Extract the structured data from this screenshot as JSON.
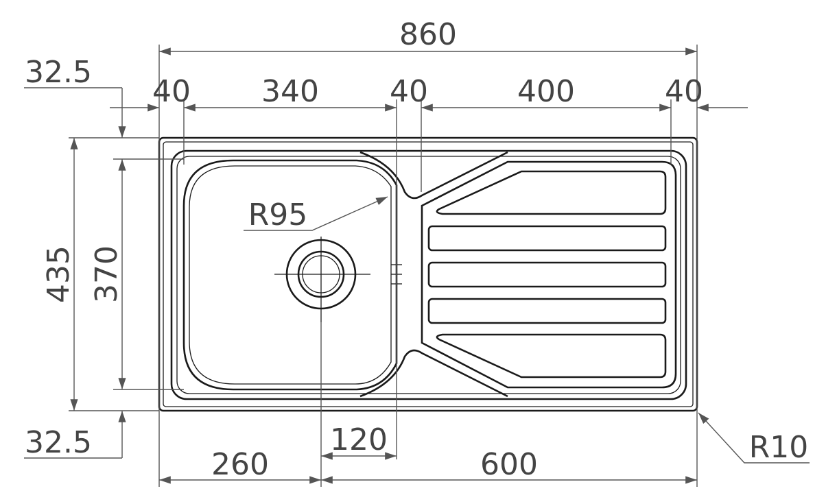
{
  "title": "Sink dimension drawing",
  "dimensions": {
    "overall_width": "860",
    "left_margin": "40",
    "bowl_width": "340",
    "middle_margin": "40",
    "drainer_width": "400",
    "right_margin": "40",
    "top_offset": "32.5",
    "bottom_offset": "32.5",
    "overall_depth": "435",
    "bowl_depth": "370",
    "bowl_radius": "R95",
    "corner_radius": "R10",
    "drain_offset": "120",
    "drain_center_from_left": "260",
    "drain_to_right": "600"
  }
}
